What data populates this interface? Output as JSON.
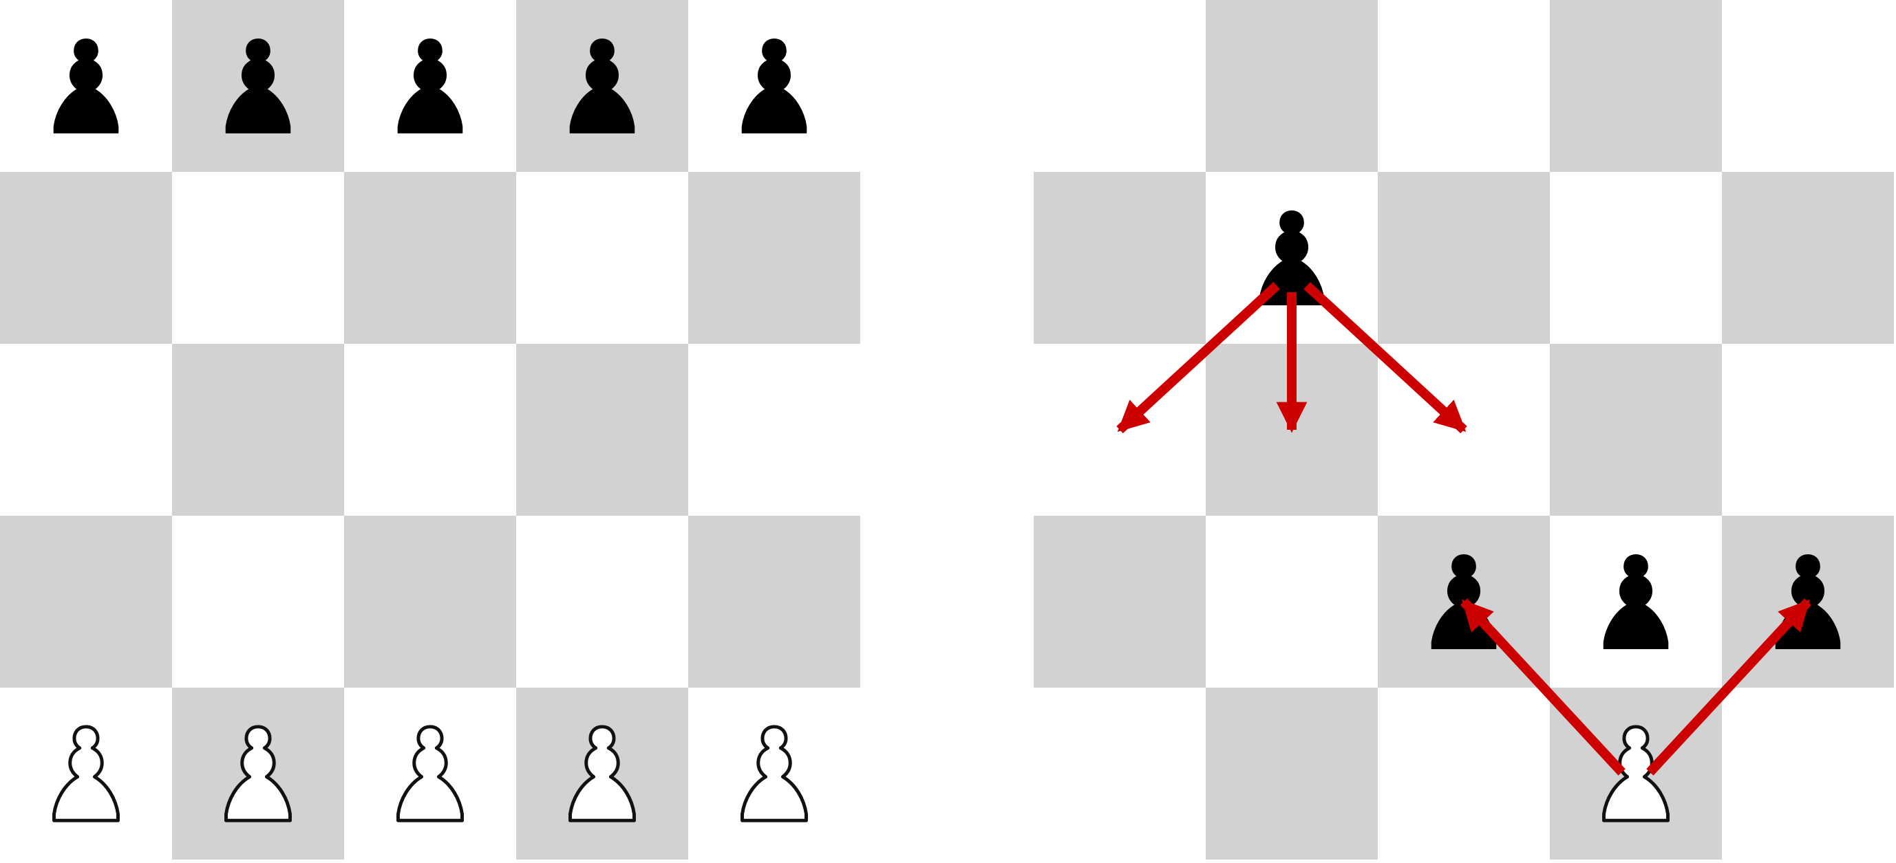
{
  "colors": {
    "light_square": "#ffffff",
    "dark_square": "#d2d2d2",
    "black_piece": "#000000",
    "white_piece_fill": "#ffffff",
    "white_piece_outline": "#111111",
    "arrow": "#cc0000"
  },
  "boards": [
    {
      "name": "initial-setup",
      "files": 5,
      "ranks": 5,
      "first_square_dark": false,
      "pieces": [
        {
          "type": "pawn",
          "color": "black",
          "file": 0,
          "rank": 0
        },
        {
          "type": "pawn",
          "color": "black",
          "file": 1,
          "rank": 0
        },
        {
          "type": "pawn",
          "color": "black",
          "file": 2,
          "rank": 0
        },
        {
          "type": "pawn",
          "color": "black",
          "file": 3,
          "rank": 0
        },
        {
          "type": "pawn",
          "color": "black",
          "file": 4,
          "rank": 0
        },
        {
          "type": "pawn",
          "color": "white",
          "file": 0,
          "rank": 4
        },
        {
          "type": "pawn",
          "color": "white",
          "file": 1,
          "rank": 4
        },
        {
          "type": "pawn",
          "color": "white",
          "file": 2,
          "rank": 4
        },
        {
          "type": "pawn",
          "color": "white",
          "file": 3,
          "rank": 4
        },
        {
          "type": "pawn",
          "color": "white",
          "file": 4,
          "rank": 4
        }
      ],
      "arrows": []
    },
    {
      "name": "move-rules",
      "files": 5,
      "ranks": 5,
      "first_square_dark": false,
      "pieces": [
        {
          "type": "pawn",
          "color": "black",
          "file": 1,
          "rank": 1
        },
        {
          "type": "pawn",
          "color": "black",
          "file": 2,
          "rank": 3
        },
        {
          "type": "pawn",
          "color": "black",
          "file": 3,
          "rank": 3
        },
        {
          "type": "pawn",
          "color": "black",
          "file": 4,
          "rank": 3
        },
        {
          "type": "pawn",
          "color": "white",
          "file": 3,
          "rank": 4
        }
      ],
      "arrows": [
        {
          "name": "arrow-black-diagonal-left",
          "from": [
            1,
            1
          ],
          "to": [
            0,
            2
          ]
        },
        {
          "name": "arrow-black-forward",
          "from": [
            1,
            1
          ],
          "to": [
            1,
            2
          ]
        },
        {
          "name": "arrow-black-diagonal-right",
          "from": [
            1,
            1
          ],
          "to": [
            2,
            2
          ]
        },
        {
          "name": "arrow-white-capture-left",
          "from": [
            3,
            4
          ],
          "to": [
            2,
            3
          ]
        },
        {
          "name": "arrow-white-capture-right",
          "from": [
            3,
            4
          ],
          "to": [
            4,
            3
          ]
        }
      ]
    }
  ]
}
